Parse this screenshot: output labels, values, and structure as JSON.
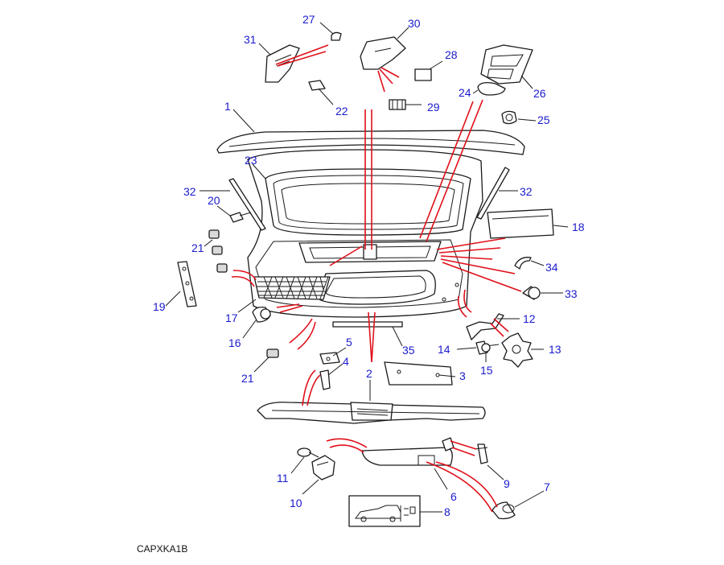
{
  "diagram_code": "CAPXKA1B",
  "colors": {
    "callout": "#1a1acc",
    "line": "#1a1a1a",
    "fitting": "#e0101a"
  },
  "callouts": [
    {
      "id": "c1",
      "label": "1"
    },
    {
      "id": "c2",
      "label": "2"
    },
    {
      "id": "c3",
      "label": "3"
    },
    {
      "id": "c4",
      "label": "4"
    },
    {
      "id": "c5",
      "label": "5"
    },
    {
      "id": "c6",
      "label": "6"
    },
    {
      "id": "c7",
      "label": "7"
    },
    {
      "id": "c8",
      "label": "8"
    },
    {
      "id": "c9",
      "label": "9"
    },
    {
      "id": "c10",
      "label": "10"
    },
    {
      "id": "c11",
      "label": "11"
    },
    {
      "id": "c12",
      "label": "12"
    },
    {
      "id": "c13",
      "label": "13"
    },
    {
      "id": "c14",
      "label": "14"
    },
    {
      "id": "c15",
      "label": "15"
    },
    {
      "id": "c16",
      "label": "16"
    },
    {
      "id": "c17",
      "label": "17"
    },
    {
      "id": "c18",
      "label": "18"
    },
    {
      "id": "c19",
      "label": "19"
    },
    {
      "id": "c20",
      "label": "20"
    },
    {
      "id": "c21a",
      "label": "21"
    },
    {
      "id": "c21b",
      "label": "21"
    },
    {
      "id": "c22",
      "label": "22"
    },
    {
      "id": "c23",
      "label": "23"
    },
    {
      "id": "c24",
      "label": "24"
    },
    {
      "id": "c25",
      "label": "25"
    },
    {
      "id": "c26",
      "label": "26"
    },
    {
      "id": "c27",
      "label": "27"
    },
    {
      "id": "c28",
      "label": "28"
    },
    {
      "id": "c29",
      "label": "29"
    },
    {
      "id": "c30",
      "label": "30"
    },
    {
      "id": "c31",
      "label": "31"
    },
    {
      "id": "c32a",
      "label": "32"
    },
    {
      "id": "c32b",
      "label": "32"
    },
    {
      "id": "c33",
      "label": "33"
    },
    {
      "id": "c34",
      "label": "34"
    },
    {
      "id": "c35",
      "label": "35"
    }
  ]
}
